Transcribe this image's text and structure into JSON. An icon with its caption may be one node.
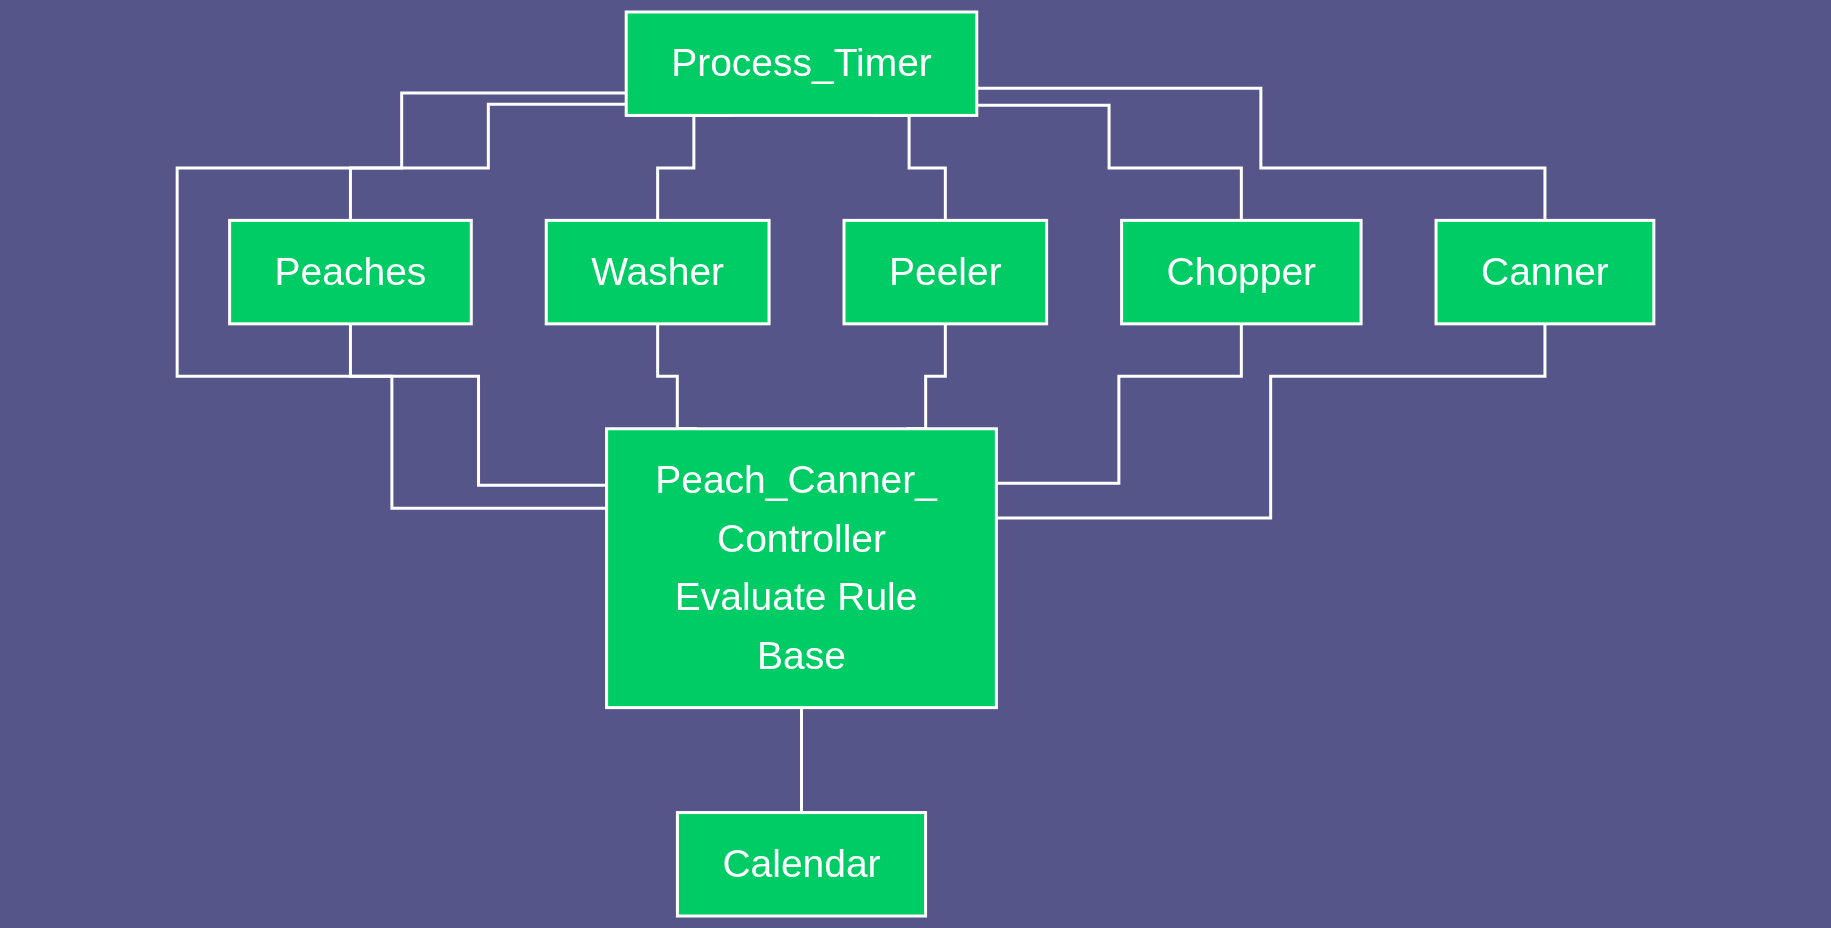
{
  "diagram": {
    "nodes": [
      {
        "text": [
          "Process_Timer"
        ]
      },
      {
        "text": [
          "Peaches"
        ]
      },
      {
        "text": [
          "Peeler"
        ]
      },
      {
        "text": [
          "Peach_Canner_ Controller",
          "Evaluate Rule Base"
        ]
      },
      {
        "text": [
          "Chopper"
        ]
      },
      {
        "text": [
          "Canner"
        ]
      },
      {
        "text": [
          "Washer"
        ]
      },
      {
        "text": [
          "Calendar"
        ]
      }
    ],
    "edges": [
      {
        "from": 0,
        "to": 1,
        "arrow": "none"
      },
      {
        "from": 0,
        "to": 6,
        "arrow": "none"
      },
      {
        "from": 0,
        "to": 2,
        "arrow": "none"
      },
      {
        "from": 0,
        "to": 3,
        "arrow": "none"
      },
      {
        "from": 0,
        "to": 4,
        "arrow": "none"
      },
      {
        "from": 0,
        "to": 5,
        "arrow": "none"
      },
      {
        "from": 1,
        "to": 3,
        "arrow": "none"
      },
      {
        "from": 6,
        "to": 3,
        "arrow": "none"
      },
      {
        "from": 2,
        "to": 3,
        "arrow": "none"
      },
      {
        "from": 4,
        "to": 3,
        "arrow": "none"
      },
      {
        "from": 5,
        "to": 3,
        "arrow": "none"
      },
      {
        "from": 3,
        "to": 7,
        "arrow": "none"
      }
    ]
  }
}
